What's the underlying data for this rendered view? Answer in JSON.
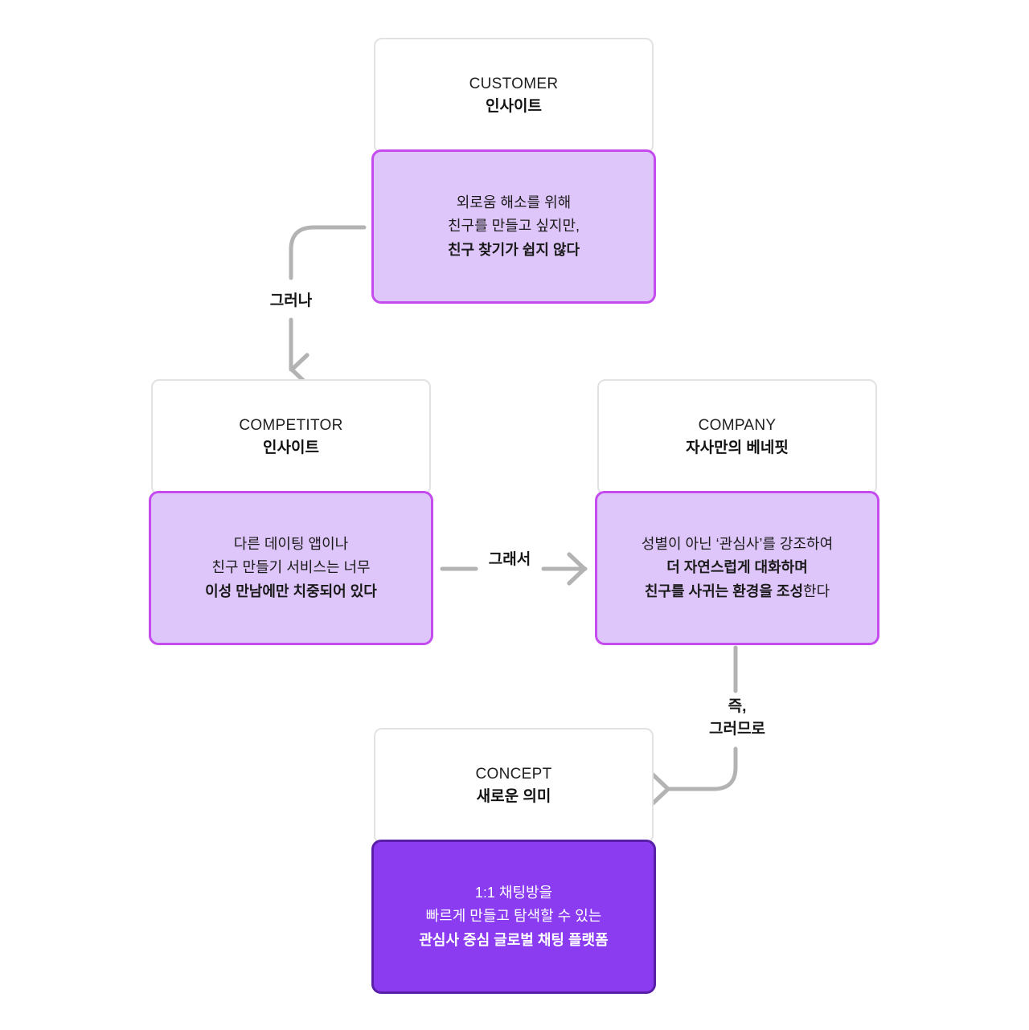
{
  "diagram": {
    "title_flow": "Customer-Competitor-Company-Concept concept flow",
    "colors": {
      "background": "#ffffff",
      "head_border": "#e2e2e2",
      "body_fill_light": "#dfc6fa",
      "body_border_light": "#c44bee",
      "body_fill_strong": "#8b3cf0",
      "body_border_strong": "#5a1fa8",
      "connector": "#b3b3b3",
      "text": "#1a1a1a",
      "text_inverse": "#ffffff"
    }
  },
  "nodes": {
    "customer": {
      "eyebrow": "CUSTOMER",
      "subtitle": "인사이트",
      "lines": [
        {
          "text": "외로움 해소를 위해",
          "bold": false
        },
        {
          "text": "친구를 만들고 싶지만,",
          "bold": false
        },
        {
          "text": "친구 찾기가 쉽지 않다",
          "bold": true
        }
      ]
    },
    "competitor": {
      "eyebrow": "COMPETITOR",
      "subtitle": "인사이트",
      "lines": [
        {
          "text": "다른 데이팅 앱이나",
          "bold": false
        },
        {
          "text": "친구 만들기 서비스는 너무",
          "bold": false
        },
        {
          "text": "이성 만남에만 치중되어 있다",
          "bold": true
        }
      ]
    },
    "company": {
      "eyebrow": "COMPANY",
      "subtitle": "자사만의 베네핏",
      "lines": [
        {
          "text": "성별이 아닌 ‘관심사’를 강조하여",
          "bold": false
        },
        {
          "text": "더 자연스럽게 대화하며",
          "bold": true
        },
        {
          "text_bold_part": "친구를 사귀는 환경을 조성",
          "text_plain_part": "한다",
          "mixed": true
        }
      ]
    },
    "concept": {
      "eyebrow": "CONCEPT",
      "subtitle": "새로운 의미",
      "lines": [
        {
          "text": "1:1 채팅방을",
          "bold": false
        },
        {
          "text": "빠르게 만들고 탐색할 수 있는",
          "bold": false
        },
        {
          "text": "관심사 중심 글로벌 채팅 플랫폼",
          "bold": true
        }
      ]
    }
  },
  "connectors": {
    "customer_to_competitor": {
      "label": "그러나"
    },
    "competitor_to_company": {
      "label": "그래서"
    },
    "company_to_concept": {
      "label_line1": "즉,",
      "label_line2": "그러므로"
    }
  }
}
